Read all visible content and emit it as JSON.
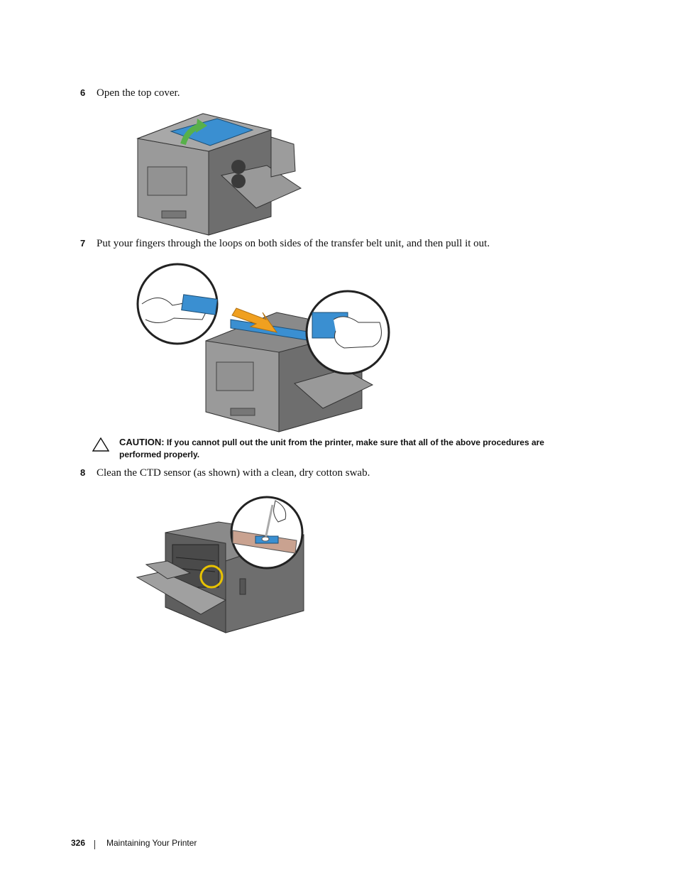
{
  "steps": [
    {
      "num": "6",
      "text": "Open the top cover."
    },
    {
      "num": "7",
      "text": "Put your fingers through the loops on both sides of the transfer belt unit, and then pull it out."
    },
    {
      "num": "8",
      "text": "Clean the CTD sensor (as shown) with a clean, dry cotton swab."
    }
  ],
  "caution": {
    "label": "CAUTION:",
    "text": "If you cannot pull out the unit from the printer, make sure that all of the above procedures are performed properly."
  },
  "footer": {
    "page_number": "326",
    "section_title": "Maintaining Your Printer"
  },
  "colors": {
    "accent_blue": "#3a8fd1",
    "arrow_green": "#58b04a",
    "arrow_orange": "#f0a020",
    "highlight_yellow": "#e8c200",
    "printer_gray": "#7c7c7c"
  },
  "icons": [
    "caution-triangle-icon"
  ]
}
